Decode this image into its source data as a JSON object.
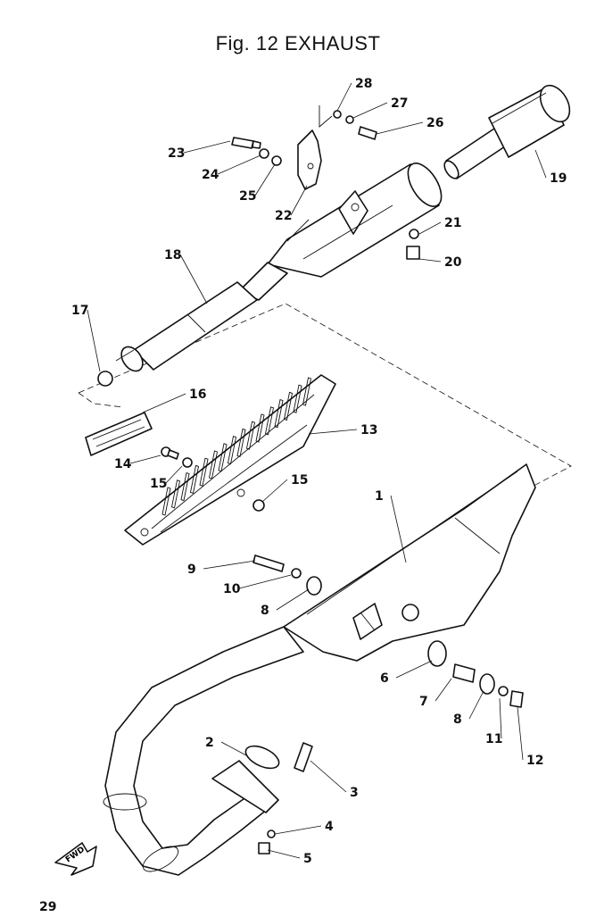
{
  "figure": {
    "title": "Fig. 12 EXHAUST",
    "page_number": "29"
  },
  "fwd_label": "FWD",
  "parts": [
    {
      "num": "1"
    },
    {
      "num": "2"
    },
    {
      "num": "3"
    },
    {
      "num": "4"
    },
    {
      "num": "5"
    },
    {
      "num": "6"
    },
    {
      "num": "7"
    },
    {
      "num": "8"
    },
    {
      "num": "8"
    },
    {
      "num": "9"
    },
    {
      "num": "10"
    },
    {
      "num": "11"
    },
    {
      "num": "12"
    },
    {
      "num": "13"
    },
    {
      "num": "14"
    },
    {
      "num": "15"
    },
    {
      "num": "15"
    },
    {
      "num": "16"
    },
    {
      "num": "17"
    },
    {
      "num": "18"
    },
    {
      "num": "19"
    },
    {
      "num": "20"
    },
    {
      "num": "21"
    },
    {
      "num": "22"
    },
    {
      "num": "23"
    },
    {
      "num": "24"
    },
    {
      "num": "25"
    },
    {
      "num": "26"
    },
    {
      "num": "27"
    },
    {
      "num": "28"
    }
  ]
}
